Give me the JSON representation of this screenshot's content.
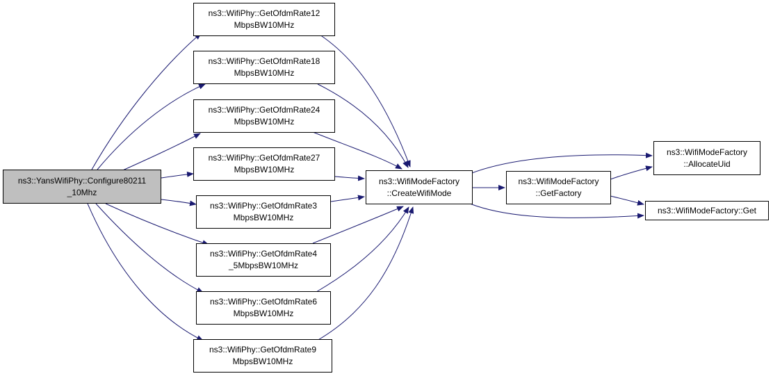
{
  "colors": {
    "edge": "#191970",
    "node_border": "#000000",
    "node_fill": "#ffffff",
    "root_fill": "#bfbfbf"
  },
  "nodes": {
    "root": {
      "line1": "ns3::YansWifiPhy::Configure80211",
      "line2": "_10Mhz"
    },
    "rate12": {
      "line1": "ns3::WifiPhy::GetOfdmRate12",
      "line2": "MbpsBW10MHz"
    },
    "rate18": {
      "line1": "ns3::WifiPhy::GetOfdmRate18",
      "line2": "MbpsBW10MHz"
    },
    "rate24": {
      "line1": "ns3::WifiPhy::GetOfdmRate24",
      "line2": "MbpsBW10MHz"
    },
    "rate27": {
      "line1": "ns3::WifiPhy::GetOfdmRate27",
      "line2": "MbpsBW10MHz"
    },
    "rate3": {
      "line1": "ns3::WifiPhy::GetOfdmRate3",
      "line2": "MbpsBW10MHz"
    },
    "rate4_5": {
      "line1": "ns3::WifiPhy::GetOfdmRate4",
      "line2": "_5MbpsBW10MHz"
    },
    "rate6": {
      "line1": "ns3::WifiPhy::GetOfdmRate6",
      "line2": "MbpsBW10MHz"
    },
    "rate9": {
      "line1": "ns3::WifiPhy::GetOfdmRate9",
      "line2": "MbpsBW10MHz"
    },
    "create": {
      "line1": "ns3::WifiModeFactory",
      "line2": "::CreateWifiMode"
    },
    "factory": {
      "line1": "ns3::WifiModeFactory",
      "line2": "::GetFactory"
    },
    "allocate": {
      "line1": "ns3::WifiModeFactory",
      "line2": "::AllocateUid"
    },
    "get": {
      "line1": "ns3::WifiModeFactory::Get"
    }
  }
}
